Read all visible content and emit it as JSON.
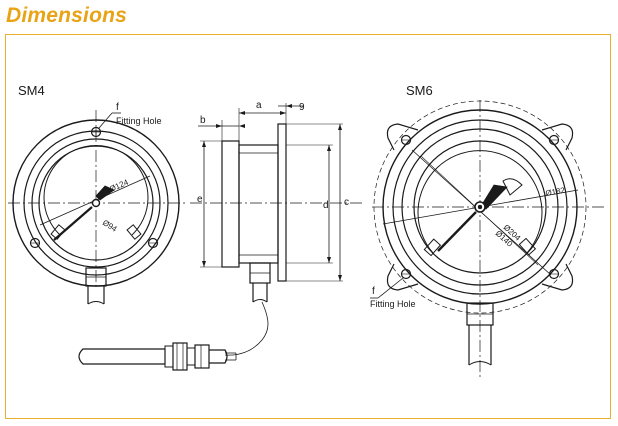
{
  "title": "Dimensions",
  "accent_color": "#e8a317",
  "models": {
    "left": "SM4",
    "right": "SM6"
  },
  "labels": {
    "f_left": "f",
    "fitting_hole_left": "Fitting Hole",
    "f_right": "f",
    "fitting_hole_right": "Fitting Hole",
    "a": "a",
    "b": "b",
    "nine": "9",
    "e": "e",
    "d": "d",
    "c": "c",
    "dia124": "Ø124",
    "dia94": "Ø94",
    "dia182": "Ø182",
    "dia204": "Ø204",
    "dia140": "Ø140"
  }
}
